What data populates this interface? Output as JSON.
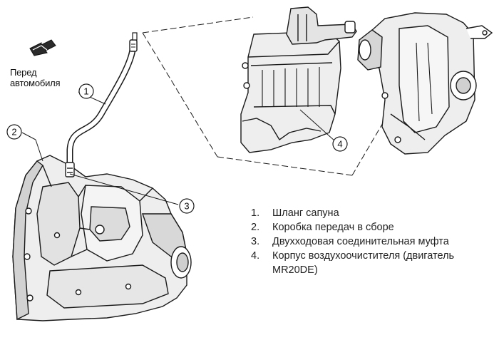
{
  "front_label": {
    "line1": "Перед",
    "line2": "автомобиля"
  },
  "callouts": [
    "1",
    "2",
    "3",
    "4"
  ],
  "legend": [
    {
      "num": "1.",
      "text": "Шланг сапуна"
    },
    {
      "num": "2.",
      "text": "Коробка передач в сборе"
    },
    {
      "num": "3.",
      "text": "Двухходовая соединительная муфта"
    },
    {
      "num": "4.",
      "text": "Корпус воздухоочистителя (двигатель MR20DE)"
    }
  ],
  "colors": {
    "line": "#1a1a1a",
    "fill_light": "#e9e9e9",
    "fill_mid": "#d2d2d2",
    "background": "#ffffff"
  }
}
